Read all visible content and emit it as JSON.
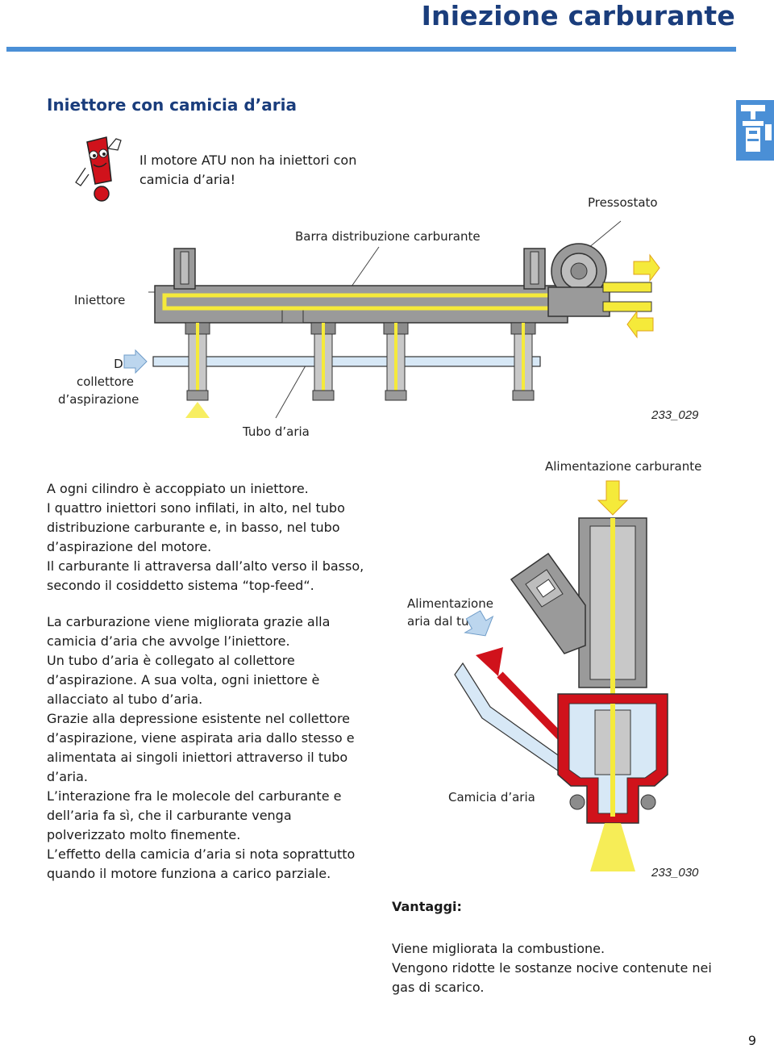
{
  "header": {
    "title": "Iniezione carburante"
  },
  "section": {
    "heading": "Iniettore con camicia d’aria"
  },
  "warning": {
    "text": "Il motore ATU non ha iniettori con camicia d’aria!"
  },
  "figure1": {
    "labels": {
      "pressure_switch": "Pressostato",
      "fuel_rail": "Barra distribuzione carburante",
      "injector": "Iniettore",
      "from_manifold_line1": "Dal collettore",
      "from_manifold_line2": "d’aspirazione",
      "air_tube": "Tubo d’aria"
    },
    "ref": "233_029"
  },
  "figure2": {
    "labels": {
      "fuel_supply": "Alimentazione carburante",
      "air_supply_line1": "Alimentazione",
      "air_supply_line2": "aria dal tubo",
      "air_jacket": "Camicia d’aria"
    },
    "ref": "233_030"
  },
  "body": {
    "p1": "A ogni cilindro è accoppiato un iniettore.",
    "p2": "I quattro iniettori sono infilati, in alto, nel tubo distribuzione carburante e, in basso, nel tubo d’aspirazione del motore.",
    "p3": "Il carburante li attraversa dall’alto verso il basso, secondo il cosiddetto sistema “top-feed“.",
    "p4": "La carburazione viene migliorata grazie alla camicia d’aria che avvolge l’iniettore.",
    "p5": "Un tubo d’aria è collegato al collettore d’aspirazione. A sua volta, ogni iniettore è allacciato al tubo d’aria.",
    "p6": "Grazie alla depressione esistente nel collettore d’aspirazione, viene aspirata aria dallo stesso e alimentata ai singoli iniettori attraverso il tubo d’aria.",
    "p7": "L’interazione fra le molecole del carburante e dell’aria fa sì, che il carburante venga polverizzato molto finemente.",
    "p8": "L’effetto della camicia d’aria si nota soprattutto quando il motore funziona a carico parziale."
  },
  "advantages": {
    "heading": "Vantaggi:",
    "line1": "Viene migliorata la combustione.",
    "line2": "Vengono ridotte le sostanze nocive contenute nei gas di scarico."
  },
  "footer": {
    "page_number": "9"
  },
  "colors": {
    "title_blue": "#1a3d7c",
    "rule_blue": "#4a8fd6",
    "fuel_yellow": "#f5ea3a",
    "jacket_red": "#d0121b",
    "metal_gray": "#8c8c8c",
    "air_blue": "#bcd6ee"
  }
}
